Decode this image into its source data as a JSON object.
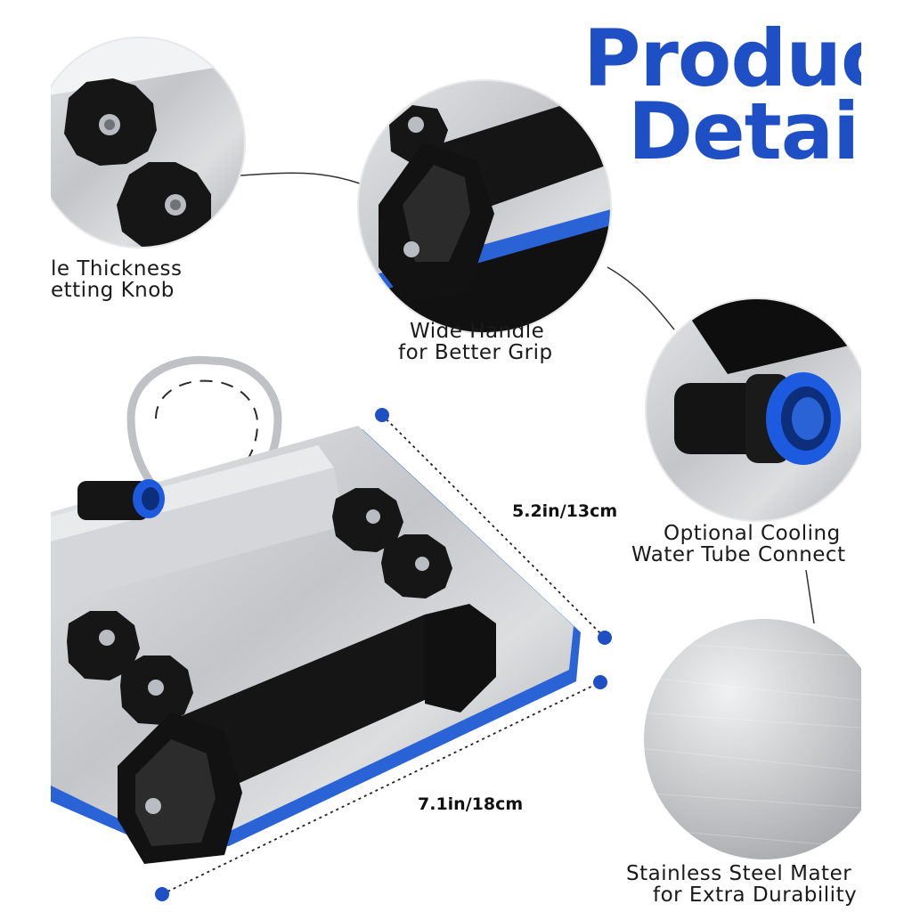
{
  "title": {
    "line1": "Produc",
    "line2": "Details"
  },
  "callouts": {
    "knob": {
      "line1": "le Thickness",
      "line2": "etting Knob"
    },
    "handle": {
      "line1": "Wide Handle",
      "line2": "for Better Grip"
    },
    "cooling": {
      "line1": "Optional Cooling",
      "line2": "Water Tube Connect"
    },
    "steel": {
      "line1": "Stainless Steel Mater",
      "line2": "for Extra Durability"
    }
  },
  "dimensions": {
    "width": "5.2in/13cm",
    "length": "7.1in/18cm"
  },
  "colors": {
    "accent": "#1f4fc4",
    "edge_blue": "#2a63d6",
    "knob": "#161616",
    "steel": "#c9cbce"
  },
  "icons": [
    "thickness-knob-icon",
    "handle-icon",
    "tube-connector-icon",
    "steel-texture-icon",
    "dimension-marker-icon"
  ]
}
